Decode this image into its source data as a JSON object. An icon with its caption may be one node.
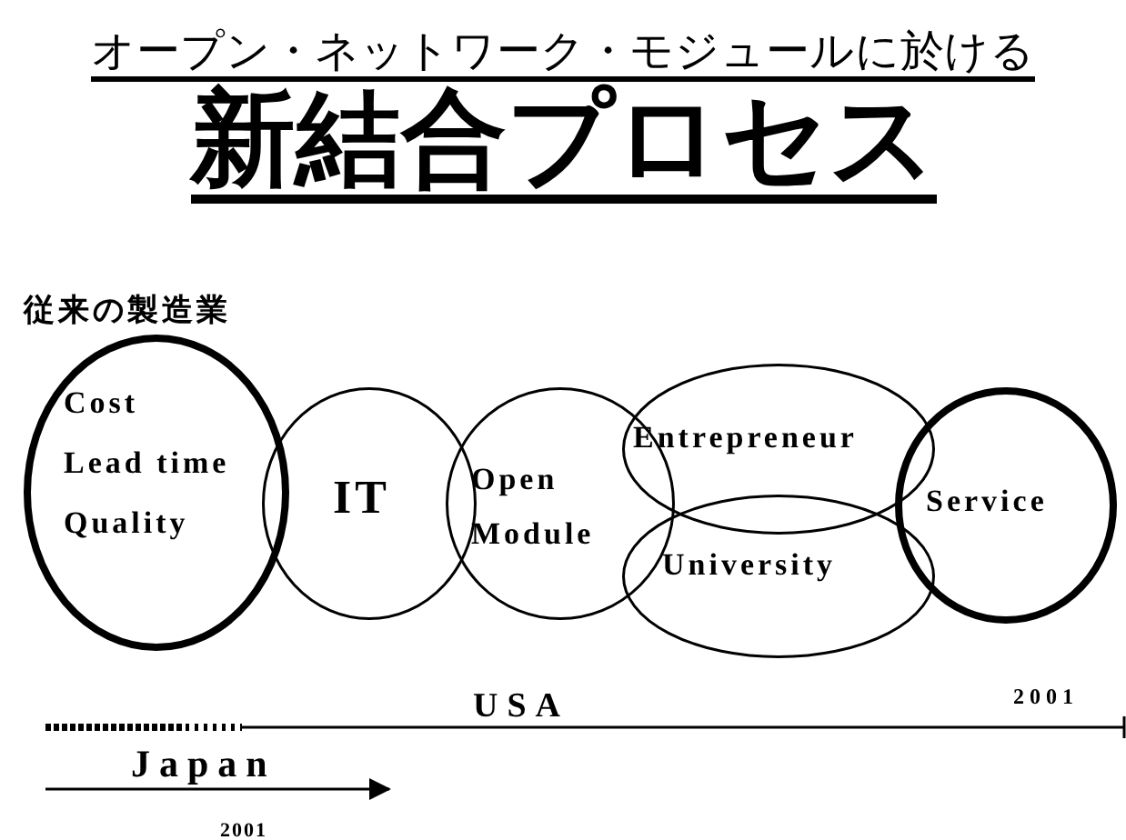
{
  "diagram": {
    "title": "新結合プロセス",
    "nodes": [
      {
        "text": [
          "Cost",
          "Lead time",
          "Quality"
        ]
      },
      {
        "text": [
          "IT"
        ]
      },
      {
        "text": [
          "Open Module"
        ]
      },
      {
        "text": [
          "Entrepreneur"
        ]
      },
      {
        "text": [
          "University"
        ]
      },
      {
        "text": [
          "Service"
        ]
      }
    ],
    "labels": [
      "オープン・ネットワーク・モジュールに於ける",
      "従来の製造業",
      "USA",
      "2001",
      "Japan",
      "2001"
    ]
  }
}
